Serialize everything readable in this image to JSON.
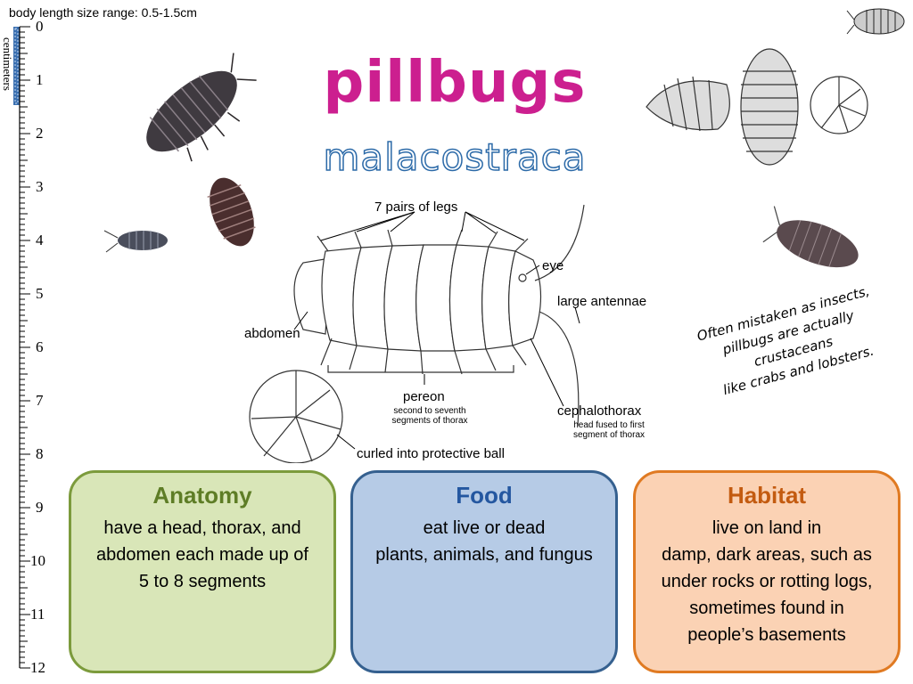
{
  "header": {
    "size_range": "body length size range: 0.5-1.5cm",
    "title": "pillbugs",
    "subtitle": "malacostraca"
  },
  "ruler": {
    "label": "centimeters",
    "ticks": [
      "0",
      "1",
      "2",
      "3",
      "4",
      "5",
      "6",
      "7",
      "8",
      "9",
      "10",
      "11",
      "12"
    ],
    "highlight_range_cm": [
      0,
      1.5
    ]
  },
  "diagram": {
    "legs_label": "7 pairs of legs",
    "eye_label": "eye",
    "antennae_label": "large antennae",
    "abdomen_label": "abdomen",
    "pereon_label": "pereon",
    "pereon_sub": "second to seventh segments of thorax",
    "cephalothorax_label": "cephalothorax",
    "cephalothorax_sub": "head fused to first segment of thorax",
    "curled_label": "curled into protective ball"
  },
  "fact": {
    "lines": [
      "Often mistaken as insects,",
      "pillbugs are actually",
      "crustaceans",
      "like crabs and lobsters."
    ]
  },
  "cards": {
    "anatomy": {
      "title": "Anatomy",
      "lines": [
        "have a head, thorax, and",
        "abdomen each made up of",
        "5 to 8 segments"
      ]
    },
    "food": {
      "title": "Food",
      "lines": [
        "eat live or dead",
        "plants, animals, and fungus"
      ]
    },
    "habitat": {
      "title": "Habitat",
      "lines": [
        "live on land in",
        "damp, dark areas, such as",
        "under rocks or rotting logs,",
        "sometimes found in",
        "people’s basements"
      ]
    }
  },
  "colors": {
    "title": "#cc1f8f",
    "subtitle_outline": "#2c6aa8",
    "anatomy_bg": "#d9e6b8",
    "food_bg": "#b6cbe6",
    "habitat_bg": "#fbd2b4",
    "ruler_highlight": "#3a6fb0"
  }
}
